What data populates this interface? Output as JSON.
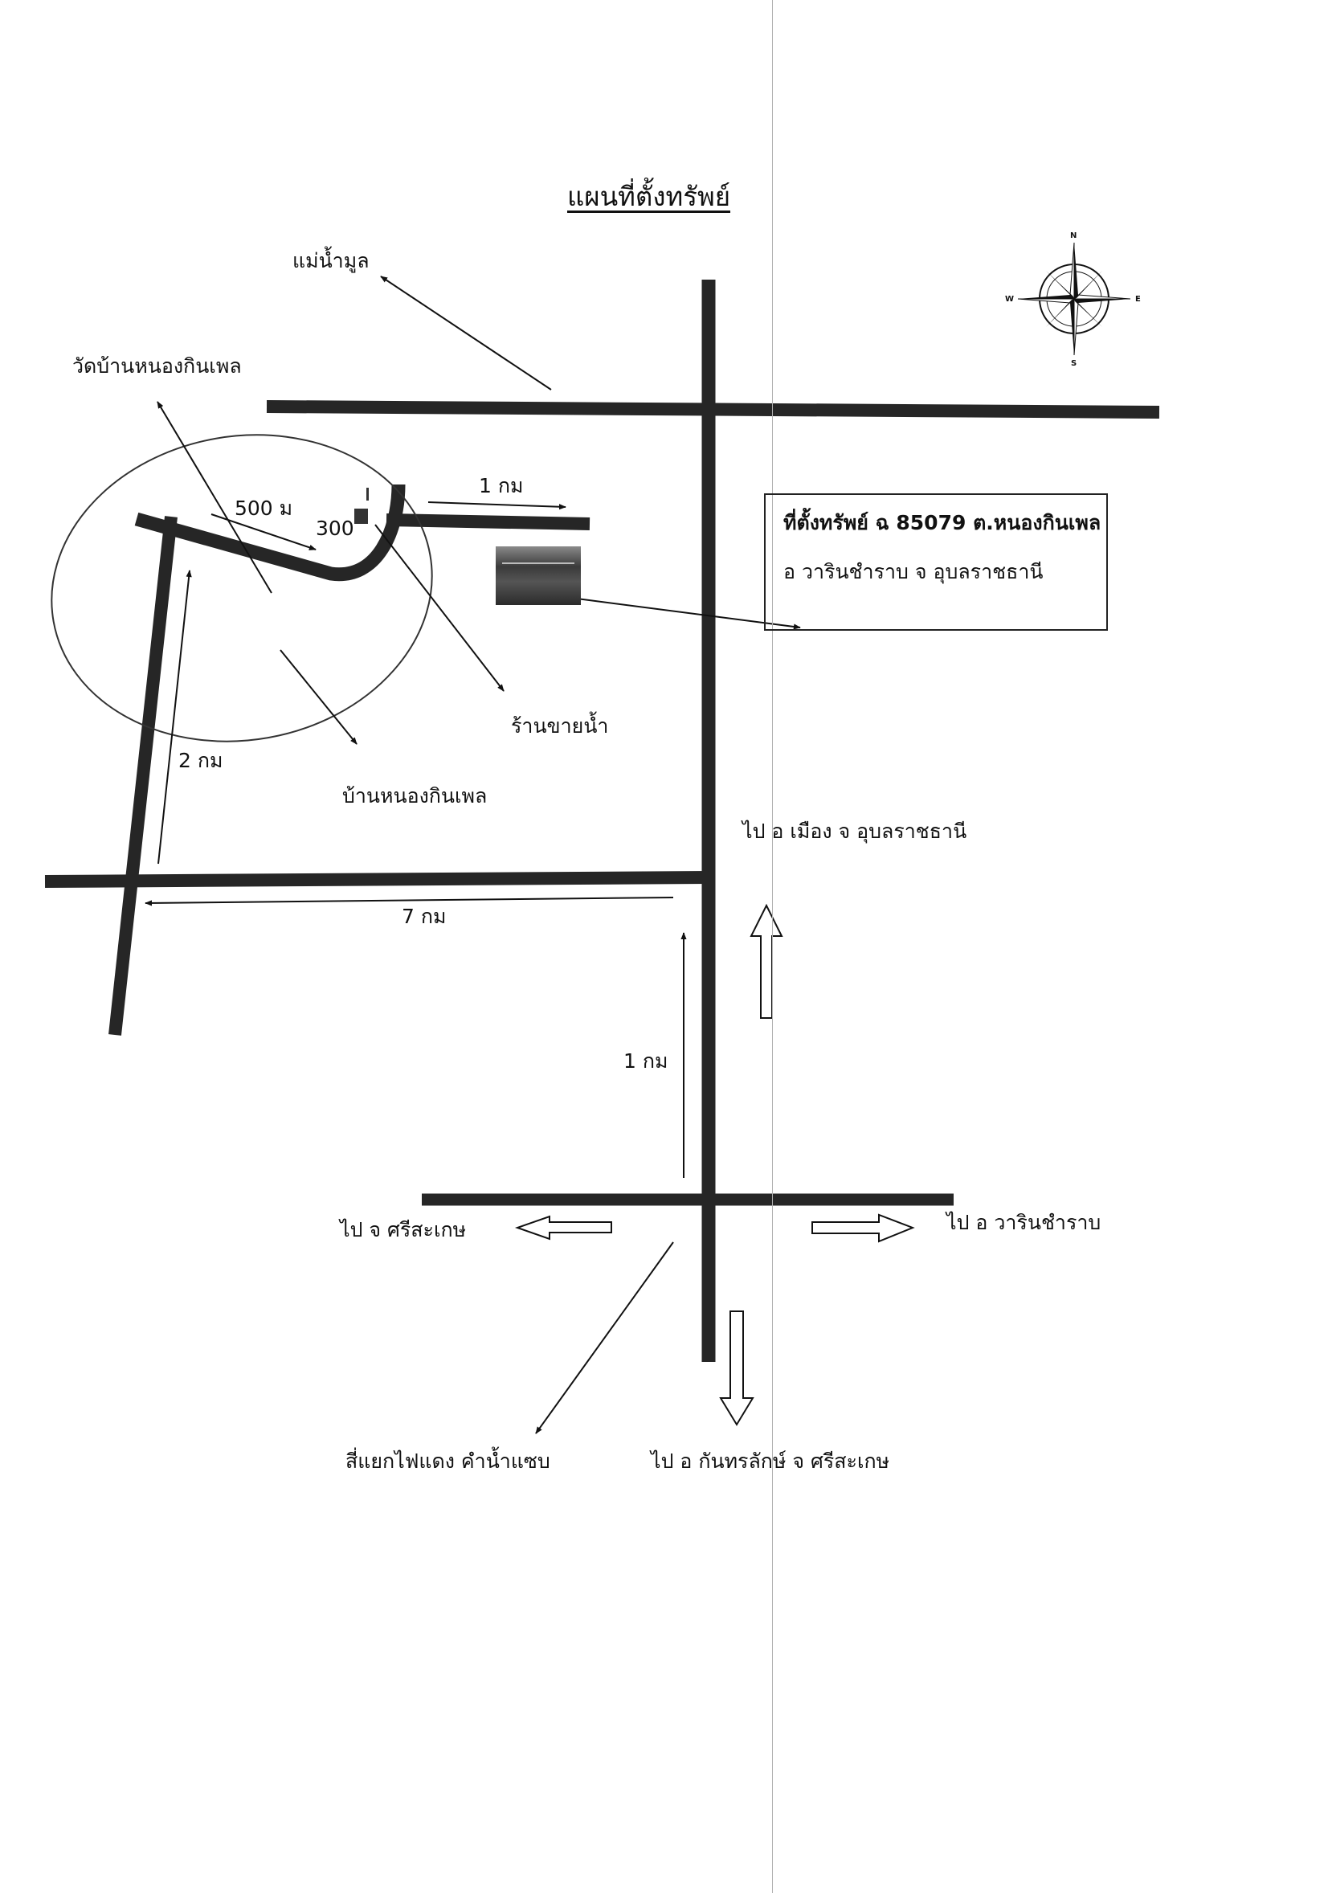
{
  "title": "แผนที่ตั้งทรัพย์",
  "compass": {
    "n": "N",
    "s": "S",
    "e": "E",
    "w": "W"
  },
  "property_box": {
    "line1": "ที่ตั้งทรัพย์ ฉ 85079 ต.หนองกินเพล",
    "line2": "อ วารินชำราบ จ อุบลราชธานี"
  },
  "labels": {
    "river": "แม่น้ำมูล",
    "temple": "วัดบ้านหนองกินเพล",
    "dist_500m": "500 ม",
    "dist_300": "300",
    "dist_1km_top": "1 กม",
    "dist_2km": "2 กม",
    "dist_7km": "7 กม",
    "dist_1km_bottom": "1 กม",
    "water_shop": "ร้านขายน้ำ",
    "village": "บ้านหนองกินเพล",
    "to_mueang": "ไป อ เมือง จ อุบลราชธานี",
    "to_sisaket": "ไป จ ศรีสะเกษ",
    "to_warin": "ไป อ วารินชำราบ",
    "traffic_light": "สี่แยกไฟแดง คำน้ำแซบ",
    "to_kanthararak": "ไป อ กันทรลักษ์ จ ศรีสะเกษ"
  },
  "colors": {
    "road": "#262626",
    "ink": "#111111",
    "paper": "#ffffff"
  }
}
